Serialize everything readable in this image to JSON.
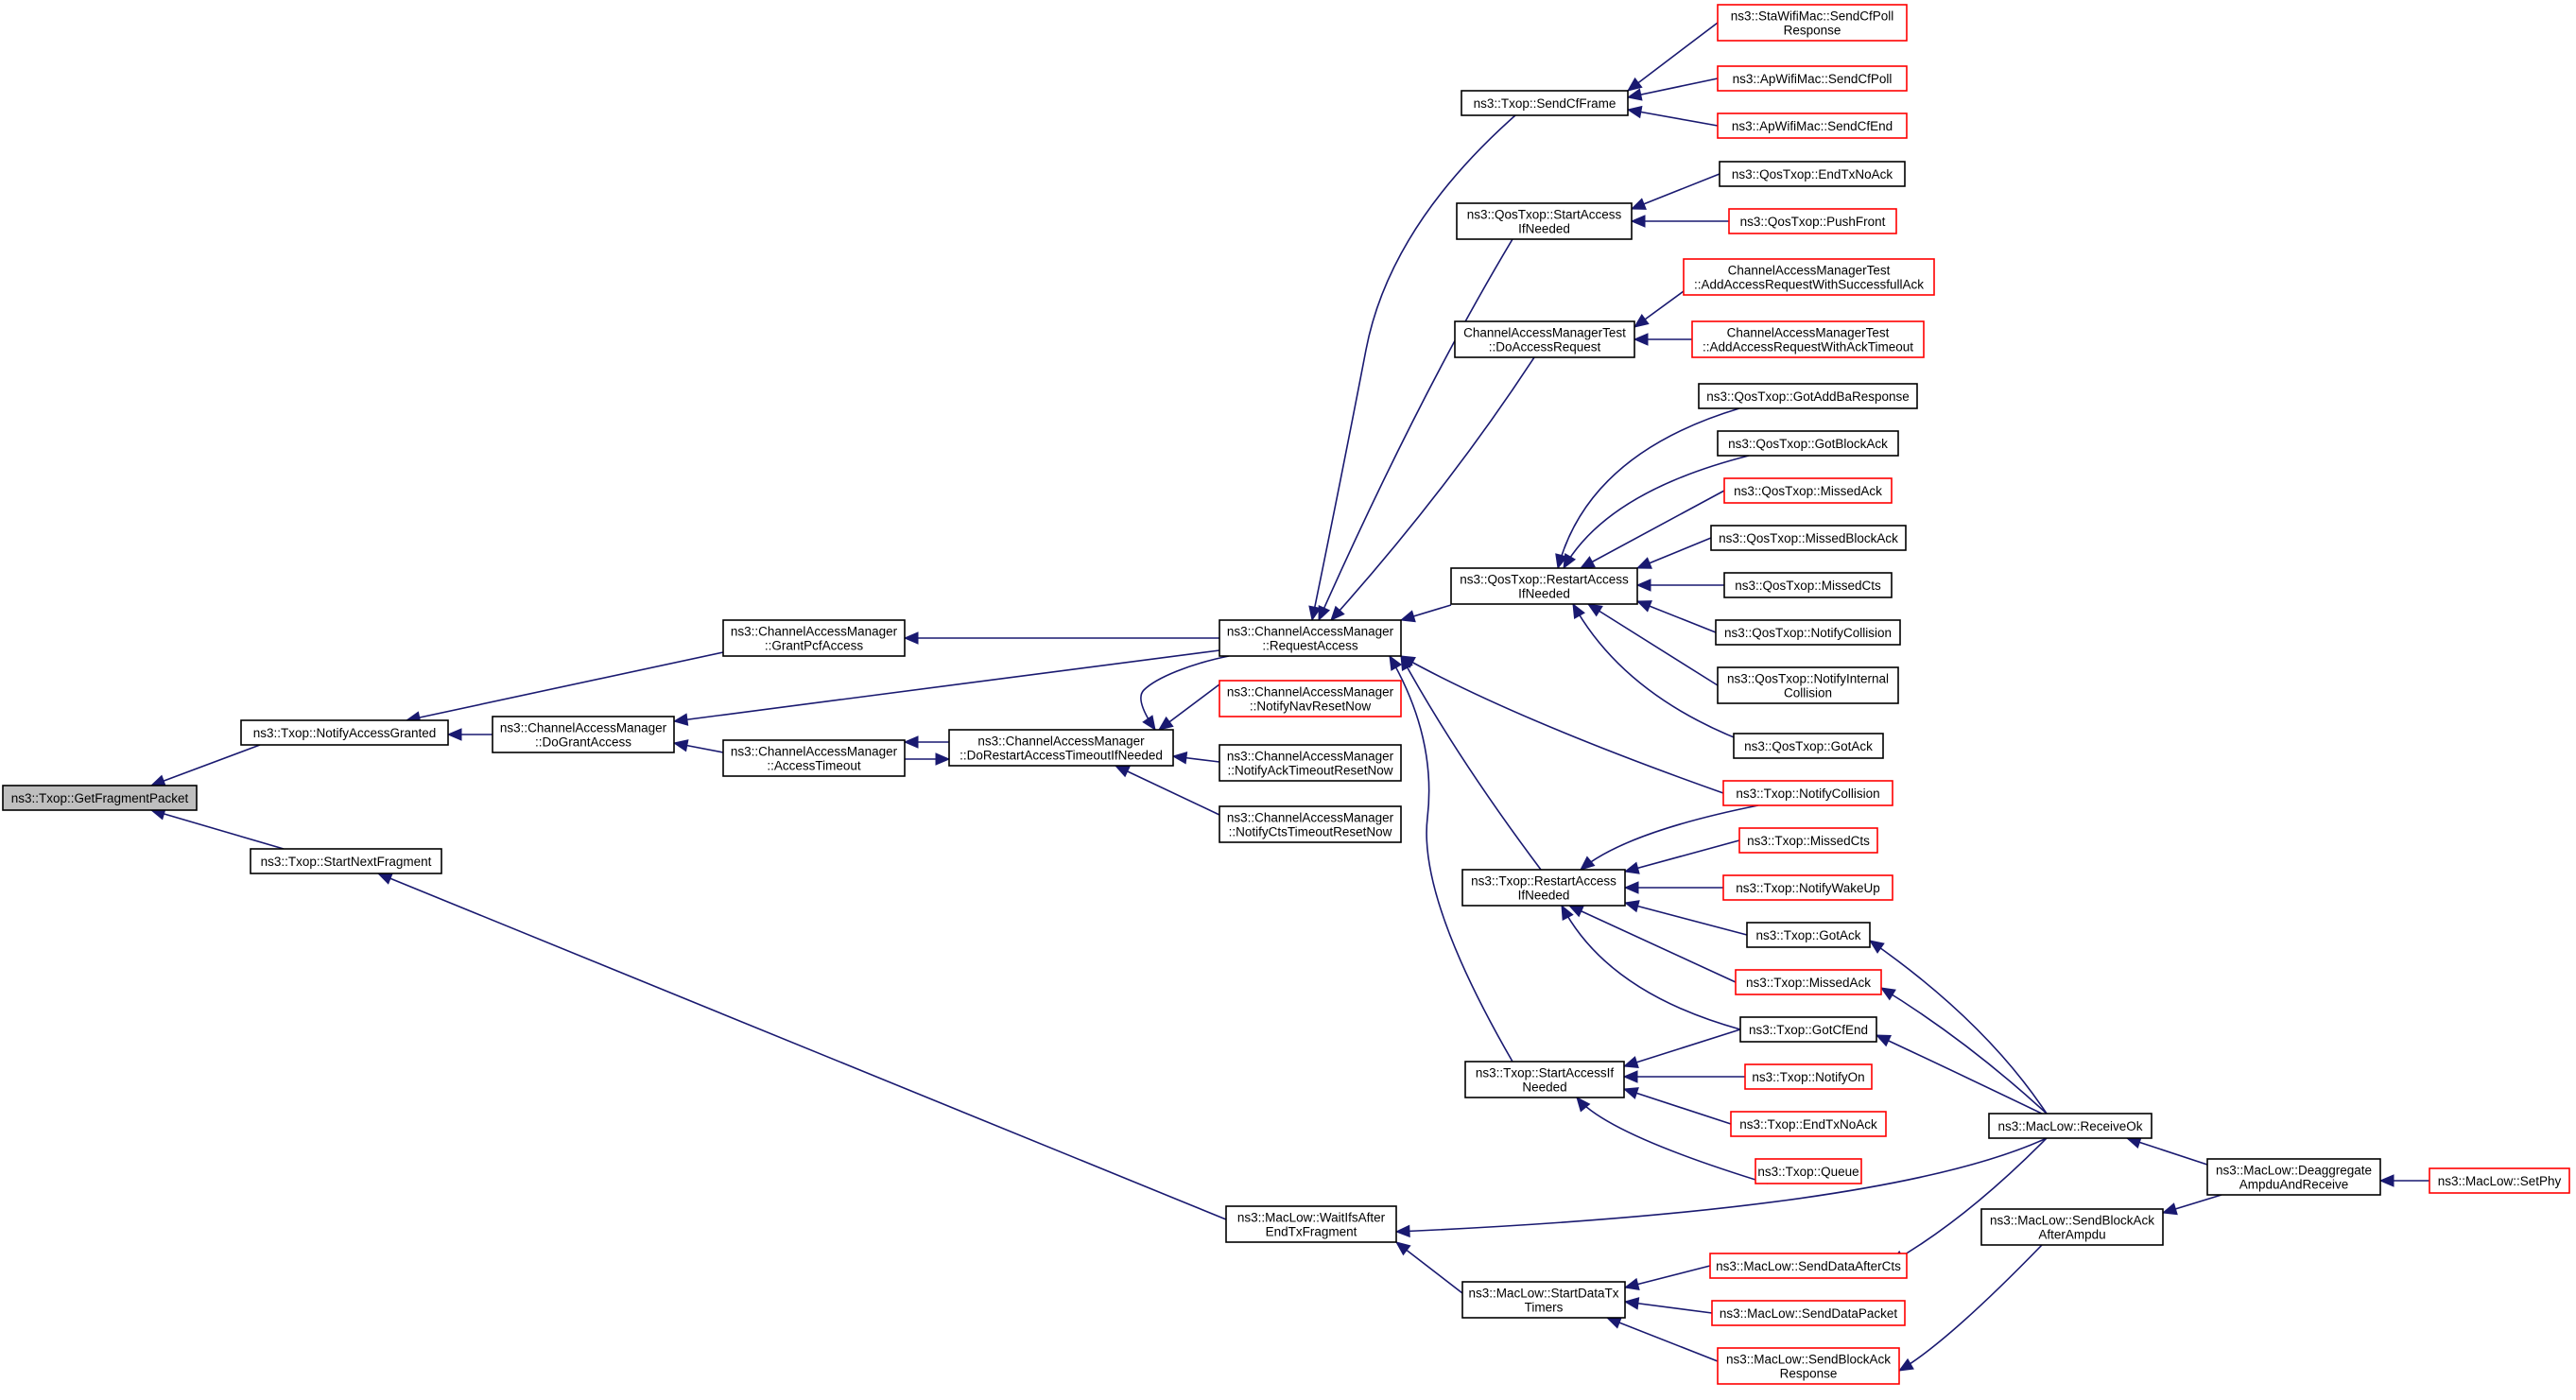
{
  "graph": {
    "colors": {
      "edge": "#191970",
      "node_border": "#000000",
      "linked_border": "#ff0000",
      "root_fill": "#bfbfbf"
    },
    "nodes": [
      {
        "id": "n0",
        "label": [
          "ns3::Txop::GetFragmentPacket"
        ],
        "style": "root"
      },
      {
        "id": "n1",
        "label": [
          "ns3::Txop::NotifyAccessGranted"
        ],
        "style": "normal"
      },
      {
        "id": "n2",
        "label": [
          "ns3::Txop::StartNextFragment"
        ],
        "style": "normal"
      },
      {
        "id": "n3",
        "label": [
          "ns3::ChannelAccessManager",
          "::GrantPcfAccess"
        ],
        "style": "normal"
      },
      {
        "id": "n4",
        "label": [
          "ns3::ChannelAccessManager",
          "::DoGrantAccess"
        ],
        "style": "normal"
      },
      {
        "id": "n5",
        "label": [
          "ns3::ChannelAccessManager",
          "::AccessTimeout"
        ],
        "style": "normal"
      },
      {
        "id": "n6",
        "label": [
          "ns3::ChannelAccessManager",
          "::DoRestartAccessTimeoutIfNeeded"
        ],
        "style": "normal"
      },
      {
        "id": "n7",
        "label": [
          "ns3::ChannelAccessManager",
          "::RequestAccess"
        ],
        "style": "normal"
      },
      {
        "id": "n8",
        "label": [
          "ns3::ChannelAccessManager",
          "::NotifyNavResetNow"
        ],
        "style": "red"
      },
      {
        "id": "n9",
        "label": [
          "ns3::ChannelAccessManager",
          "::NotifyAckTimeoutResetNow"
        ],
        "style": "normal"
      },
      {
        "id": "n10",
        "label": [
          "ns3::ChannelAccessManager",
          "::NotifyCtsTimeoutResetNow"
        ],
        "style": "normal"
      },
      {
        "id": "n11",
        "label": [
          "ns3::MacLow::WaitIfsAfter",
          "EndTxFragment"
        ],
        "style": "normal"
      },
      {
        "id": "n12",
        "label": [
          "ns3::Txop::SendCfFrame"
        ],
        "style": "normal"
      },
      {
        "id": "n13",
        "label": [
          "ns3::QosTxop::StartAccess",
          "IfNeeded"
        ],
        "style": "normal"
      },
      {
        "id": "n14",
        "label": [
          "ChannelAccessManagerTest",
          "::DoAccessRequest"
        ],
        "style": "normal"
      },
      {
        "id": "n15",
        "label": [
          "ns3::QosTxop::RestartAccess",
          "IfNeeded"
        ],
        "style": "normal"
      },
      {
        "id": "n16",
        "label": [
          "ns3::Txop::RestartAccess",
          "IfNeeded"
        ],
        "style": "normal"
      },
      {
        "id": "n17",
        "label": [
          "ns3::Txop::StartAccessIf",
          "Needed"
        ],
        "style": "normal"
      },
      {
        "id": "n18",
        "label": [
          "ns3::MacLow::StartDataTx",
          "Timers"
        ],
        "style": "normal"
      },
      {
        "id": "n19",
        "label": [
          "ns3::StaWifiMac::SendCfPoll",
          "Response"
        ],
        "style": "red"
      },
      {
        "id": "n20",
        "label": [
          "ns3::ApWifiMac::SendCfPoll"
        ],
        "style": "red"
      },
      {
        "id": "n21",
        "label": [
          "ns3::ApWifiMac::SendCfEnd"
        ],
        "style": "red"
      },
      {
        "id": "n22",
        "label": [
          "ns3::QosTxop::EndTxNoAck"
        ],
        "style": "normal"
      },
      {
        "id": "n23",
        "label": [
          "ns3::QosTxop::PushFront"
        ],
        "style": "red"
      },
      {
        "id": "n24",
        "label": [
          "ChannelAccessManagerTest",
          "::AddAccessRequestWithSuccessfullAck"
        ],
        "style": "red"
      },
      {
        "id": "n25",
        "label": [
          "ChannelAccessManagerTest",
          "::AddAccessRequestWithAckTimeout"
        ],
        "style": "red"
      },
      {
        "id": "n26",
        "label": [
          "ns3::QosTxop::GotAddBaResponse"
        ],
        "style": "normal"
      },
      {
        "id": "n27",
        "label": [
          "ns3::QosTxop::GotBlockAck"
        ],
        "style": "normal"
      },
      {
        "id": "n28",
        "label": [
          "ns3::QosTxop::MissedAck"
        ],
        "style": "red"
      },
      {
        "id": "n29",
        "label": [
          "ns3::QosTxop::MissedBlockAck"
        ],
        "style": "normal"
      },
      {
        "id": "n30",
        "label": [
          "ns3::QosTxop::MissedCts"
        ],
        "style": "normal"
      },
      {
        "id": "n31",
        "label": [
          "ns3::QosTxop::NotifyCollision"
        ],
        "style": "normal"
      },
      {
        "id": "n32",
        "label": [
          "ns3::QosTxop::NotifyInternal",
          "Collision"
        ],
        "style": "normal"
      },
      {
        "id": "n33",
        "label": [
          "ns3::QosTxop::GotAck"
        ],
        "style": "normal"
      },
      {
        "id": "n34",
        "label": [
          "ns3::Txop::NotifyCollision"
        ],
        "style": "red"
      },
      {
        "id": "n35",
        "label": [
          "ns3::Txop::MissedCts"
        ],
        "style": "red"
      },
      {
        "id": "n36",
        "label": [
          "ns3::Txop::NotifyWakeUp"
        ],
        "style": "red"
      },
      {
        "id": "n37",
        "label": [
          "ns3::Txop::GotAck"
        ],
        "style": "normal"
      },
      {
        "id": "n38",
        "label": [
          "ns3::Txop::MissedAck"
        ],
        "style": "red"
      },
      {
        "id": "n39",
        "label": [
          "ns3::Txop::GotCfEnd"
        ],
        "style": "normal"
      },
      {
        "id": "n40",
        "label": [
          "ns3::Txop::NotifyOn"
        ],
        "style": "red"
      },
      {
        "id": "n41",
        "label": [
          "ns3::Txop::EndTxNoAck"
        ],
        "style": "red"
      },
      {
        "id": "n42",
        "label": [
          "ns3::Txop::Queue"
        ],
        "style": "red"
      },
      {
        "id": "n43",
        "label": [
          "ns3::MacLow::ReceiveOk"
        ],
        "style": "normal"
      },
      {
        "id": "n44",
        "label": [
          "ns3::MacLow::SendBlockAck",
          "AfterAmpdu"
        ],
        "style": "normal"
      },
      {
        "id": "n45",
        "label": [
          "ns3::MacLow::SendDataAfterCts"
        ],
        "style": "red"
      },
      {
        "id": "n46",
        "label": [
          "ns3::MacLow::SendDataPacket"
        ],
        "style": "red"
      },
      {
        "id": "n47",
        "label": [
          "ns3::MacLow::SendBlockAck",
          "Response"
        ],
        "style": "red"
      },
      {
        "id": "n48",
        "label": [
          "ns3::MacLow::Deaggregate",
          "AmpduAndReceive"
        ],
        "style": "normal"
      },
      {
        "id": "n49",
        "label": [
          "ns3::MacLow::SetPhy"
        ],
        "style": "red"
      }
    ],
    "edges": [
      [
        "n1",
        "n0"
      ],
      [
        "n2",
        "n0"
      ],
      [
        "n3",
        "n1"
      ],
      [
        "n4",
        "n1"
      ],
      [
        "n11",
        "n2"
      ],
      [
        "n7",
        "n3"
      ],
      [
        "n7",
        "n4"
      ],
      [
        "n5",
        "n4"
      ],
      [
        "n6",
        "n5"
      ],
      [
        "n5",
        "n6"
      ],
      [
        "n7",
        "n6"
      ],
      [
        "n8",
        "n6"
      ],
      [
        "n9",
        "n6"
      ],
      [
        "n10",
        "n6"
      ],
      [
        "n12",
        "n7"
      ],
      [
        "n13",
        "n7"
      ],
      [
        "n14",
        "n7"
      ],
      [
        "n15",
        "n7"
      ],
      [
        "n16",
        "n7"
      ],
      [
        "n17",
        "n7"
      ],
      [
        "n34",
        "n7"
      ],
      [
        "n43",
        "n11"
      ],
      [
        "n18",
        "n11"
      ],
      [
        "n19",
        "n12"
      ],
      [
        "n20",
        "n12"
      ],
      [
        "n21",
        "n12"
      ],
      [
        "n22",
        "n13"
      ],
      [
        "n23",
        "n13"
      ],
      [
        "n24",
        "n14"
      ],
      [
        "n25",
        "n14"
      ],
      [
        "n26",
        "n15"
      ],
      [
        "n27",
        "n15"
      ],
      [
        "n28",
        "n15"
      ],
      [
        "n29",
        "n15"
      ],
      [
        "n30",
        "n15"
      ],
      [
        "n31",
        "n15"
      ],
      [
        "n32",
        "n15"
      ],
      [
        "n33",
        "n15"
      ],
      [
        "n34",
        "n16"
      ],
      [
        "n35",
        "n16"
      ],
      [
        "n36",
        "n16"
      ],
      [
        "n37",
        "n16"
      ],
      [
        "n38",
        "n16"
      ],
      [
        "n39",
        "n16"
      ],
      [
        "n39",
        "n17"
      ],
      [
        "n40",
        "n17"
      ],
      [
        "n41",
        "n17"
      ],
      [
        "n42",
        "n17"
      ],
      [
        "n45",
        "n18"
      ],
      [
        "n46",
        "n18"
      ],
      [
        "n47",
        "n18"
      ],
      [
        "n43",
        "n37"
      ],
      [
        "n43",
        "n38"
      ],
      [
        "n43",
        "n39"
      ],
      [
        "n48",
        "n43"
      ],
      [
        "n43",
        "n45"
      ],
      [
        "n44",
        "n47"
      ],
      [
        "n48",
        "n44"
      ],
      [
        "n49",
        "n48"
      ]
    ]
  }
}
